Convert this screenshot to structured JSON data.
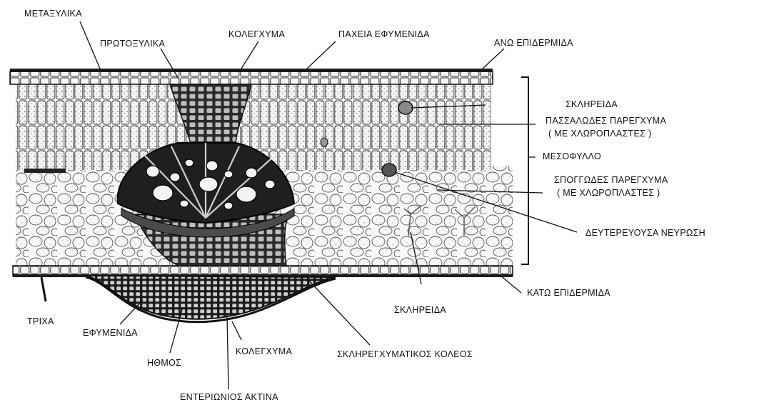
{
  "labels": {
    "metaxylem": "ΜΕΤΑΞΥΛΙΚΑ",
    "protoxylem": "ΠΡΩΤΟΞΥΛΙΚΑ",
    "collenchyma_top": "ΚΟΛΕΓΧΥΜΑ",
    "thick_cuticle": "ΠΑΧΕΙΑ ΕΦΥΜΕΝΙΔΑ",
    "upper_epidermis": "ΑΝΩ ΕΠΙΔΕΡΜΙΔΑ",
    "sclereid_top": "ΣΚΛΗΡΕΙΔΑ",
    "palisade_line1": "ΠΑΣΣΑΛΩΔΕΣ ΠΑΡΕΓΧΥΜΑ",
    "palisade_line2": "( ΜΕ ΧΛΩΡΟΠΛΑΣΤΕΣ )",
    "mesophyll": "ΜΕΣΟΦΥΛΛΟ",
    "spongy_line1": "ΣΠΟΓΓΩΔΕΣ ΠΑΡΕΓΧΥΜΑ",
    "spongy_line2": "( ΜΕ ΧΛΩΡΟΠΛΑΣΤΕΣ )",
    "secondary_vein": "ΔΕΥΤΕΡΕΥΟΥΣΑ ΝΕΥΡΩΣΗ",
    "lower_epidermis": "ΚΑΤΩ ΕΠΙΔΕΡΜΙΔΑ",
    "trichome": "ΤΡΙΧΑ",
    "cuticle": "ΕΦΥΜΕΝΙΔΑ",
    "phloem": "ΗΘΜΟΣ",
    "collenchyma_bottom": "ΚΟΛΕΓΧΥΜΑ",
    "sclereid_bottom": "ΣΚΛΗΡΕΙΔΑ",
    "sclerenchyma_sheath": "ΣΚΛΗΡΕΓΧΥΜΑΤΙΚΟΣ ΚΟΛΕΟΣ",
    "medullary_ray": "ΕΝΤΕΡΙΩΝΙΟΣ ΑΚΤΙΝΑ"
  }
}
